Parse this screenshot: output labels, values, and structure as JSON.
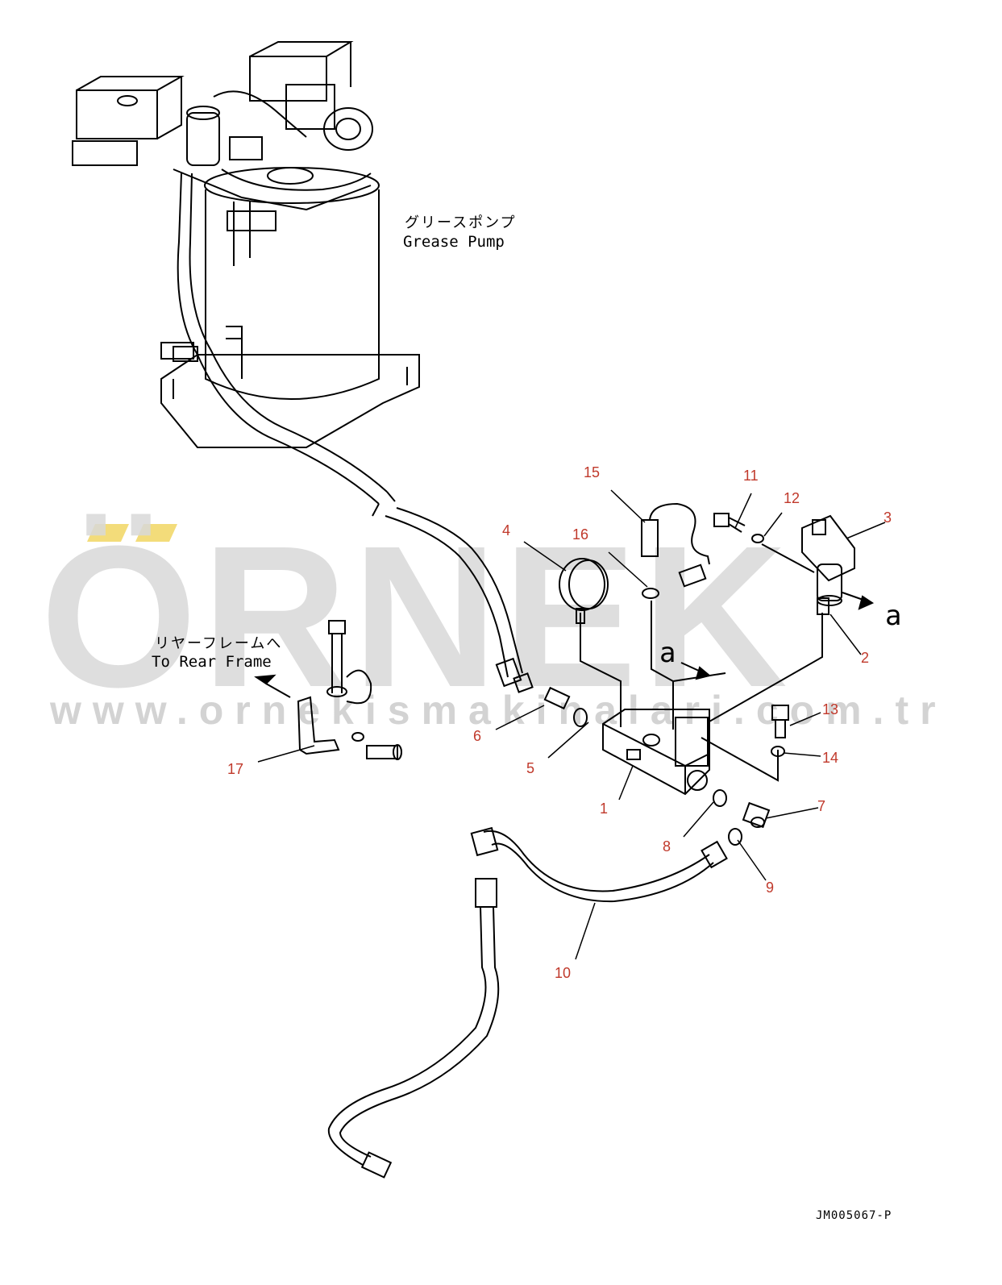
{
  "watermark": {
    "brand": "ÖRNEK",
    "url": "www.ornekismakinalari.com.tr"
  },
  "texts": {
    "grease_pump_jp": "グリースポンプ",
    "grease_pump_en": "Grease Pump",
    "rear_frame_jp": "リヤーフレームへ",
    "rear_frame_en": "To Rear Frame",
    "view_a_1": "a",
    "view_a_2": "a",
    "drawing_code": "JM005067-P"
  },
  "callouts": [
    "1",
    "2",
    "3",
    "4",
    "5",
    "6",
    "7",
    "8",
    "9",
    "10",
    "11",
    "12",
    "13",
    "14",
    "15",
    "16",
    "17"
  ],
  "colors": {
    "callout": "#c0392b",
    "line": "#000000",
    "watermark": "#d6d6d6",
    "watermark_accent": "#f3dc7a"
  }
}
